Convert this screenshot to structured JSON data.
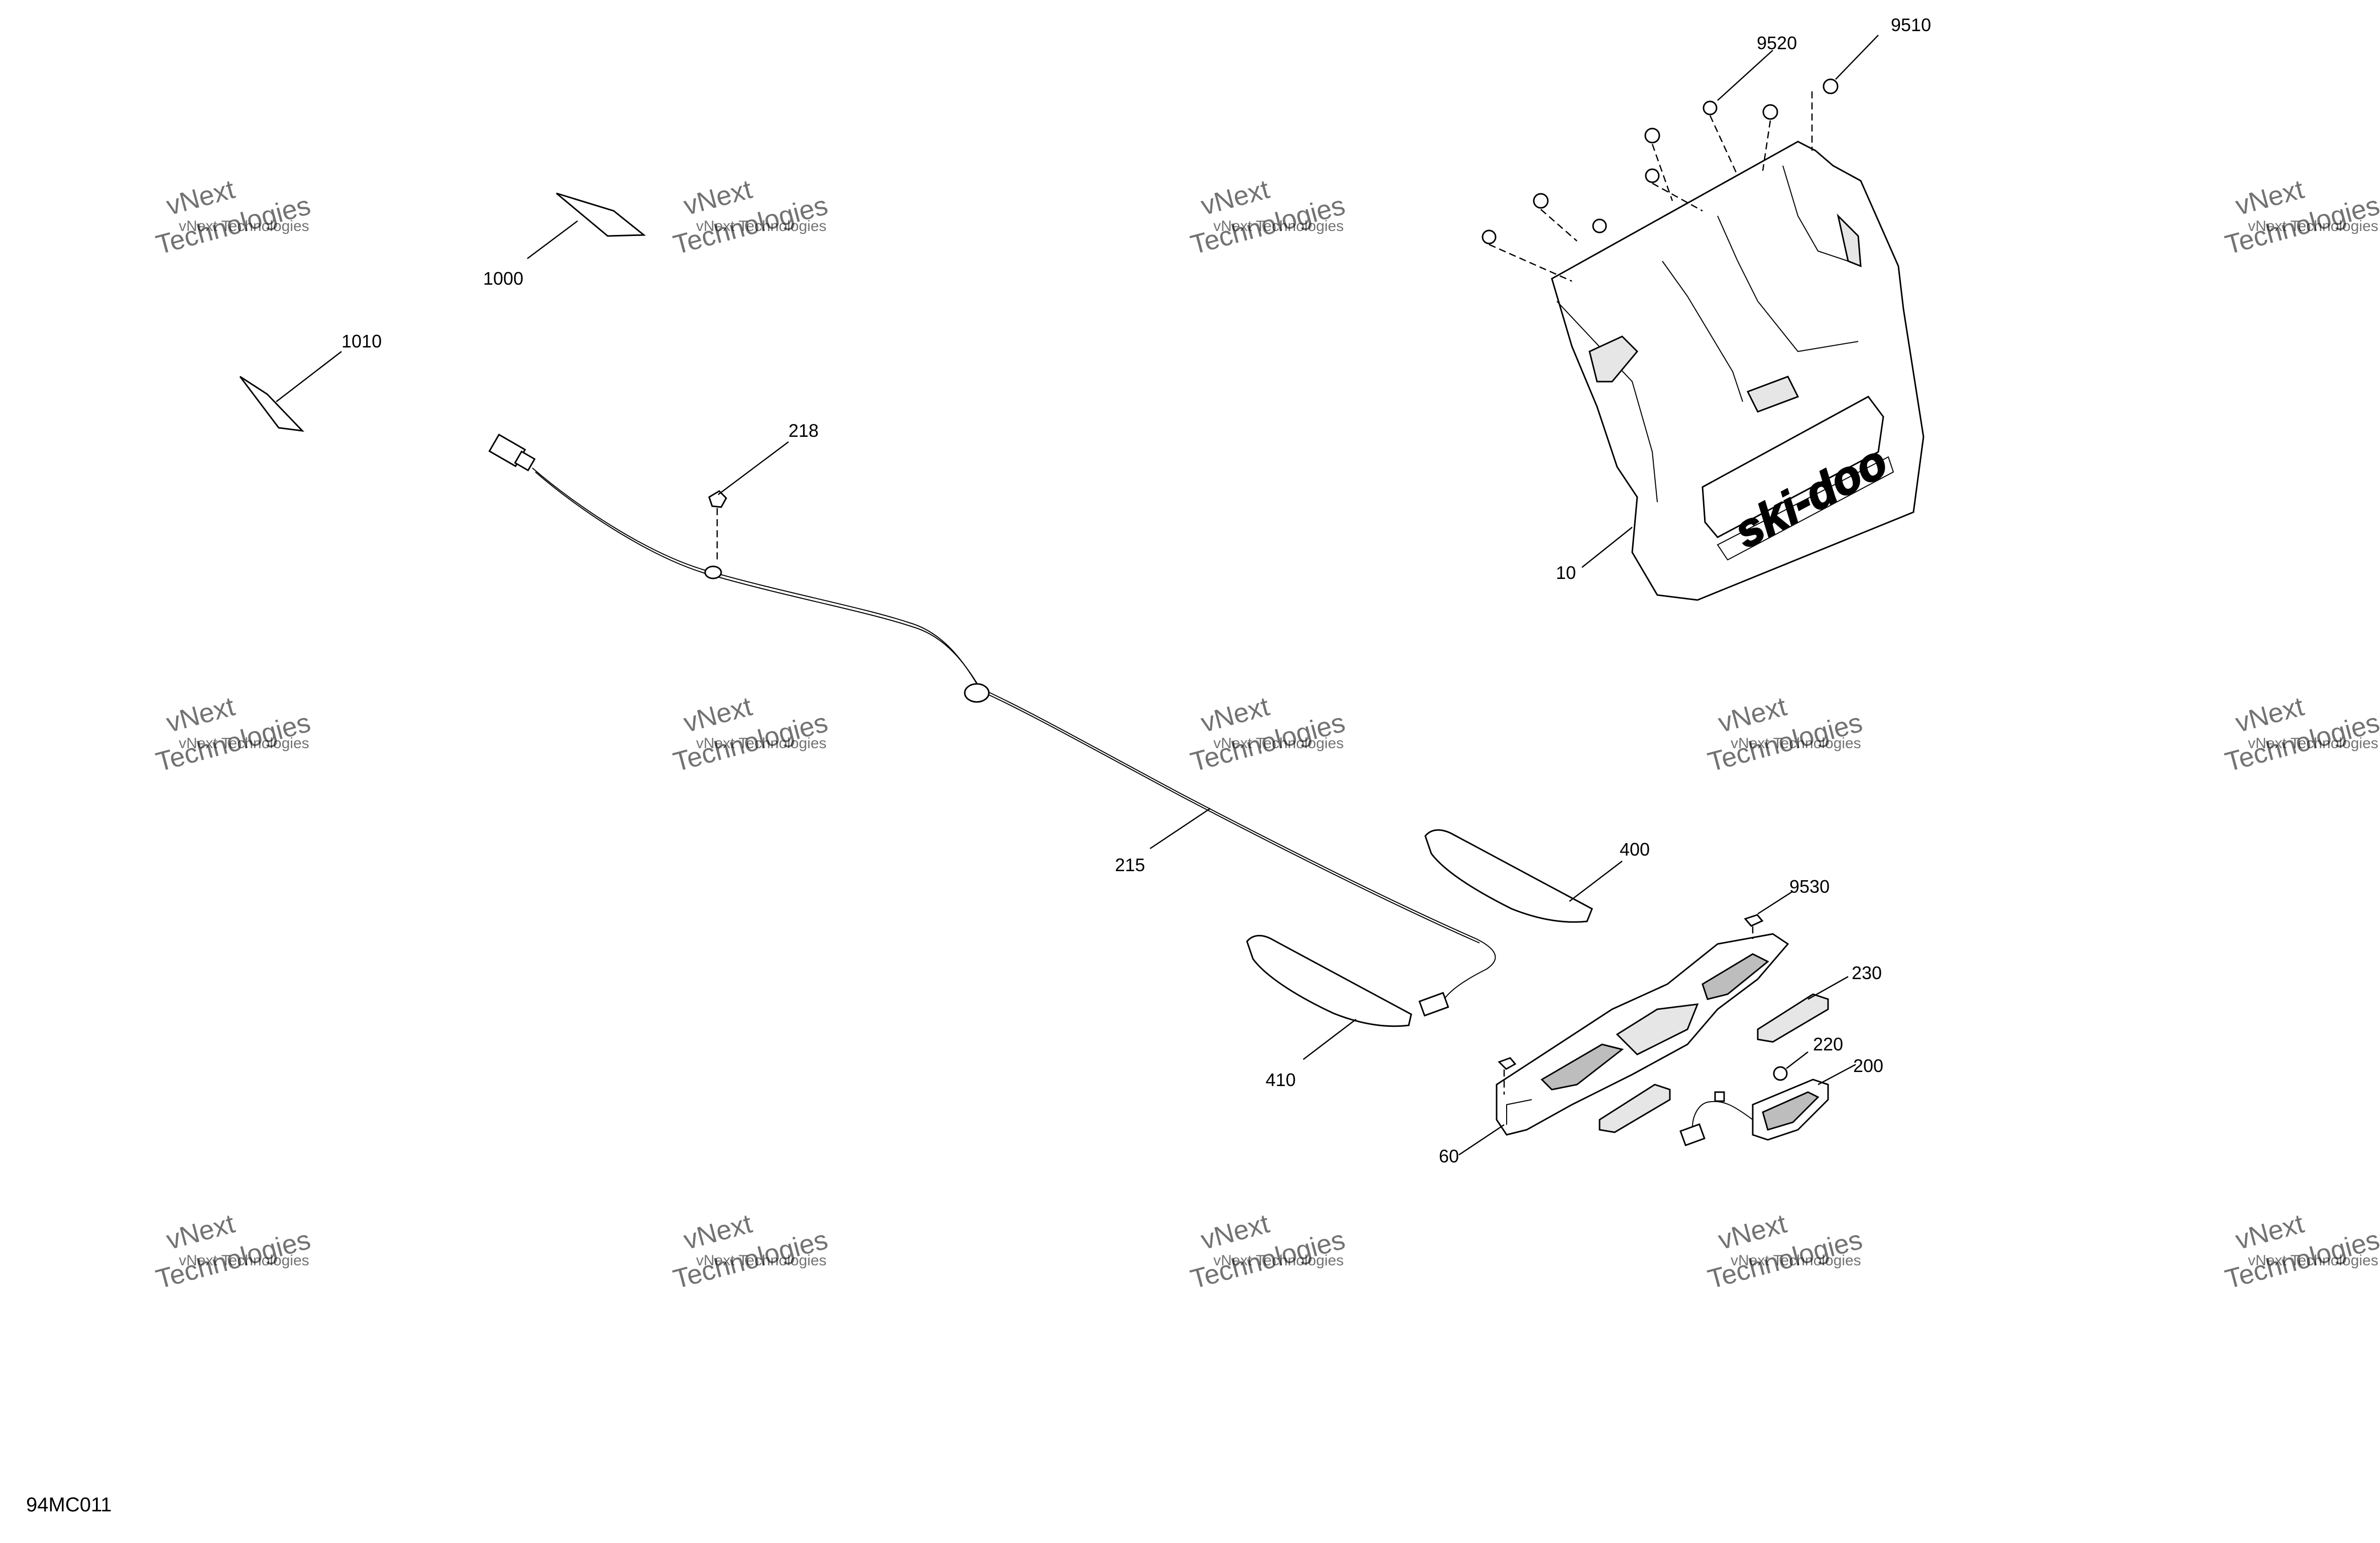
{
  "figure_ref": "94MC011",
  "watermark": {
    "line1": "vNext Technologies",
    "line2": "vNext",
    "line3": "Technologies"
  },
  "brand_decal": "ski-doo",
  "callouts": {
    "c10": "10",
    "c60": "60",
    "c200": "200",
    "c215": "215",
    "c218": "218",
    "c220": "220",
    "c230": "230",
    "c400": "400",
    "c410": "410",
    "c1000": "1000",
    "c1010": "1010",
    "c9510": "9510",
    "c9520": "9520",
    "c9530": "9530"
  }
}
